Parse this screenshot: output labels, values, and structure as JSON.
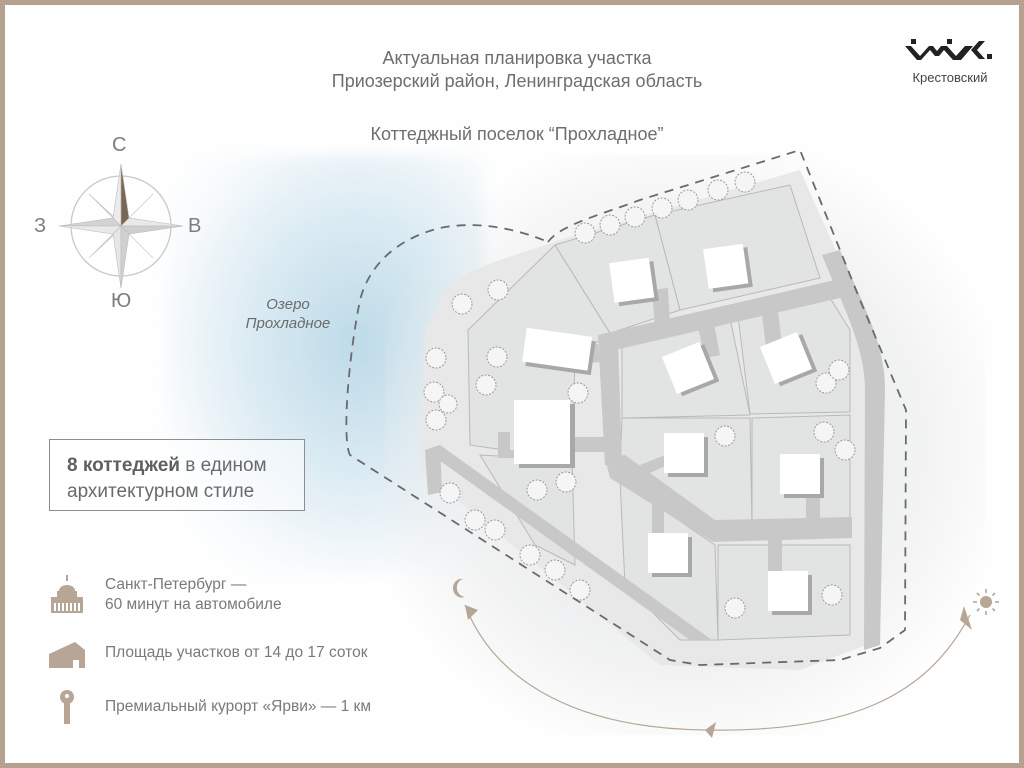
{
  "header": {
    "line1": "Актуальная планировка участка",
    "line2": "Приозерский район, Ленинградская область",
    "line3": "Коттеджный поселок “Прохладное”"
  },
  "logo": {
    "brand": "Крестовский",
    "icon": "kr-zigzag-logo"
  },
  "compass": {
    "north": "С",
    "south": "Ю",
    "west": "З",
    "east": "В",
    "accent_color": "#7a6654"
  },
  "lake": {
    "name_line1": "Озеро",
    "name_line2": "Прохладное"
  },
  "highlight": {
    "bold": "8 коттеджей",
    "rest_line1": " в едином",
    "line2": "архитектурном стиле"
  },
  "features": [
    {
      "icon": "cathedral-icon",
      "line1": "Санкт-Петербург —",
      "line2": "60 минут на автомобиле"
    },
    {
      "icon": "house-icon",
      "line1": "Площадь участков от 14 до 17 соток"
    },
    {
      "icon": "key-icon",
      "line1": "Премиальный курорт «Ярви» — 1 км"
    }
  ],
  "map": {
    "cottage_count": 8,
    "sun_path": {
      "start": "sun-icon",
      "end": "moon-icon"
    }
  },
  "colors": {
    "frame": "#b5a190",
    "icon_tan": "#b7a695",
    "text": "#6e6e6e",
    "lake": "#c3dcea",
    "road": "#c6c6c6",
    "plot": "#e3e4e4"
  }
}
